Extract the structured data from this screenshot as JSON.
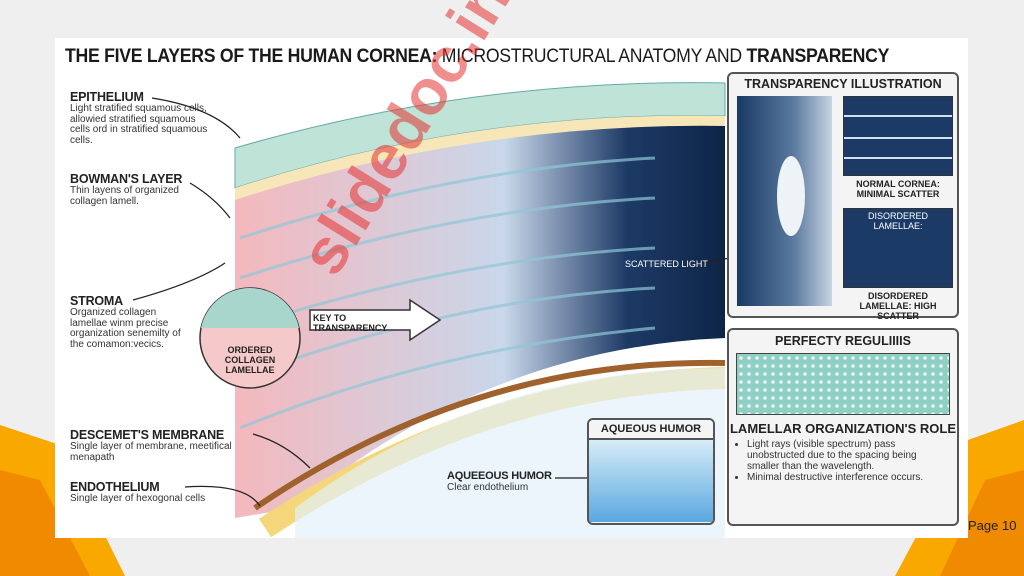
{
  "title": {
    "part1": "THE FIVE LAYERS OF THE HUMAN CORNEA:",
    "part2": " MICROSTRUCTURAL ANATOMY AND ",
    "part3": "TRANSPARENCY"
  },
  "layers": [
    {
      "name": "EPITHELIUM",
      "desc": "Light stratified squamous cells, allowied stratified squamous cells ord in stratified squamous cells."
    },
    {
      "name": "BOWMAN'S LAYER",
      "desc": "Thin layens of organized collagen lamell."
    },
    {
      "name": "STROMA",
      "desc": "Organized collagen lamellae winm precise organization senemilty of the comamon:vecics."
    },
    {
      "name": "DESCEMET'S MEMBRANE",
      "desc": "Single layer of membrane, meetifical menapath"
    },
    {
      "name": "ENDOTHELIUM",
      "desc": "Single layer of hexogonal cells"
    }
  ],
  "inset_label": "ORDERED COLLAGEN LAMELLAE",
  "key_label": "KEY TO TRANSPARENCY",
  "scattered_label": "SCATTERED LIGHT",
  "aqueous": {
    "label": "AQUEEOUS HUMOR",
    "desc": "Clear endothelium",
    "box_title": "AQUEOUS HUMOR"
  },
  "transparency": {
    "title": "TRANSPARENCY ILLUSTRATION",
    "normal": "NORMAL CORNEA: MINIMAL SCATTER",
    "disordered_head": "DISORDERED LAMELLAE:",
    "disordered": "DISORDERED LAMELLAE: HIGH SCATTER"
  },
  "regular": {
    "title": "PERFECTY REGULIIIIS",
    "role_title": "LAMELLAR ORGANIZATION'S ROLE",
    "bullets": [
      "Light rays (visible spectrum) pass unobstructed due to the spacing being smaller than the wavelength.",
      "Minimal destructive interference occurs."
    ]
  },
  "watermark": "slidedoc.in",
  "page": "Page 10",
  "colors": {
    "accent": "#f9a800",
    "accent_dark": "#f08a00"
  }
}
